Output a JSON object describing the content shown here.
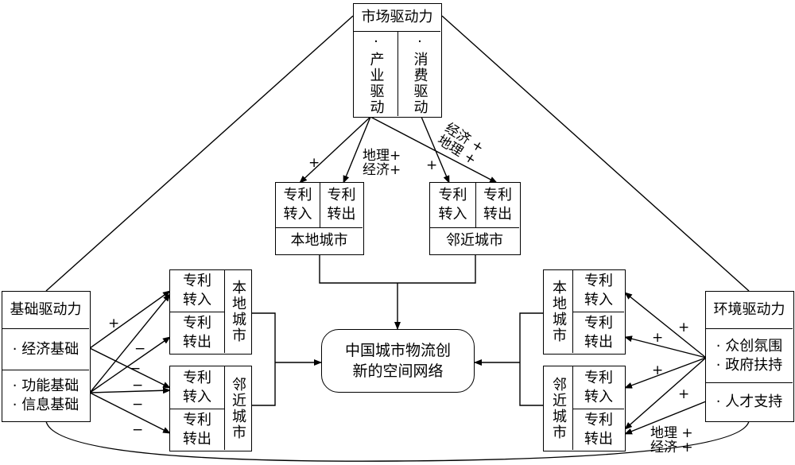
{
  "market": {
    "title": "市场驱动力",
    "items": [
      "·产业驱动",
      "·消费驱动"
    ]
  },
  "local_top": {
    "in_label": "专利\n转入",
    "out_label": "专利\n转出",
    "city_label": "本地城市"
  },
  "neighbor_top": {
    "in_label": "专利\n转入",
    "out_label": "专利\n转出",
    "city_label": "邻近城市"
  },
  "basic": {
    "title": "基础驱动力",
    "item1": "· 经济基础",
    "item2": "· 功能基础\n· 信息基础"
  },
  "env": {
    "title": "环境驱动力",
    "item1": "· 众创氛围\n· 政府扶持",
    "item2": "· 人才支持"
  },
  "left_groups": [
    {
      "in_label": "专利\n转入",
      "out_label": "专利\n转出",
      "city_label": "本地城市"
    },
    {
      "in_label": "专利\n转入",
      "out_label": "专利\n转出",
      "city_label": "邻近城市"
    }
  ],
  "right_groups": [
    {
      "in_label": "专利\n转入",
      "out_label": "专利\n转出",
      "city_label": "本地城市"
    },
    {
      "in_label": "专利\n转入",
      "out_label": "专利\n转出",
      "city_label": "邻近城市"
    }
  ],
  "center": {
    "title": "中国城市物流创\n新的空间网络"
  },
  "labels": {
    "plus": "+",
    "minus": "−",
    "geo_econ": "地理+\n经济+",
    "econ_geo": "经济 +\n地理 +",
    "geo_econ_bottom": "地理 +\n经济 +"
  }
}
